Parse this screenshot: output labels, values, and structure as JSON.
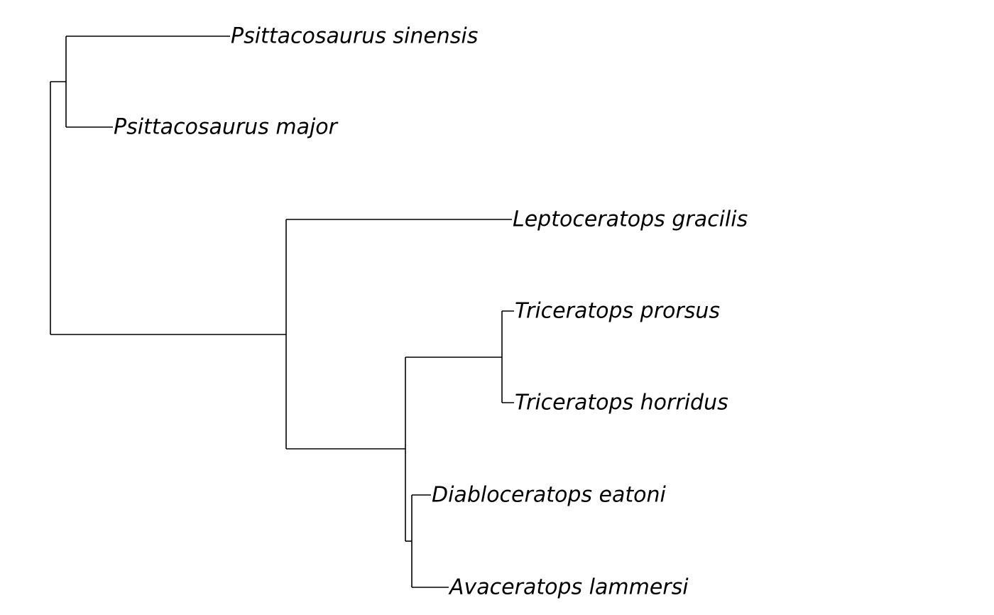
{
  "tree": {
    "root": {
      "children": [
        {
          "children": [
            {
              "label": "Psittacosaurus sinensis"
            },
            {
              "label": "Psittacosaurus major"
            }
          ]
        },
        {
          "children": [
            {
              "label": "Leptoceratops gracilis"
            },
            {
              "children": [
                {
                  "children": [
                    {
                      "label": "Triceratops prorsus"
                    },
                    {
                      "label": "Triceratops horridus"
                    }
                  ]
                },
                {
                  "children": [
                    {
                      "label": "Diabloceratops eatoni"
                    },
                    {
                      "label": "Avaceratops lammersi"
                    }
                  ]
                }
              ]
            }
          ]
        }
      ]
    }
  },
  "colors": {
    "branch": "#000000",
    "label": "#000000",
    "background": "#ffffff"
  }
}
